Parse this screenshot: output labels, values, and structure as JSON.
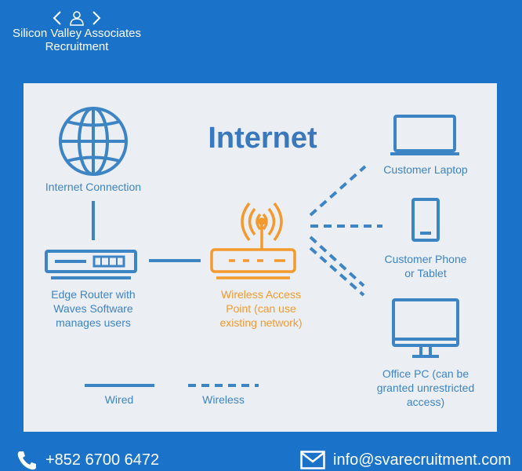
{
  "logo": {
    "icon": "person-with-code-brackets-icon",
    "line1": "Silicon Valley Associates",
    "line2": "Recruitment"
  },
  "diagram": {
    "title": "Internet",
    "nodes": {
      "internet": "Internet Connection",
      "router": [
        "Edge Router with",
        "Waves Software",
        "manages users"
      ],
      "access_point": [
        "Wireless Access",
        "Point (can use",
        "existing network)"
      ],
      "laptop": "Customer Laptop",
      "phone": [
        "Customer Phone",
        "or Tablet"
      ],
      "pc": [
        "Office PC (can be",
        "granted unrestricted",
        "access)"
      ]
    },
    "legend": {
      "wired": "Wired",
      "wireless": "Wireless"
    },
    "colors": {
      "blue": "#3d84c4",
      "orange": "#f39a2e",
      "title": "#3a78bd"
    }
  },
  "footer": {
    "phone_icon": "phone-icon",
    "phone": "+852 6700 6472",
    "email_icon": "envelope-icon",
    "email": "info@svarecruitment.com"
  }
}
